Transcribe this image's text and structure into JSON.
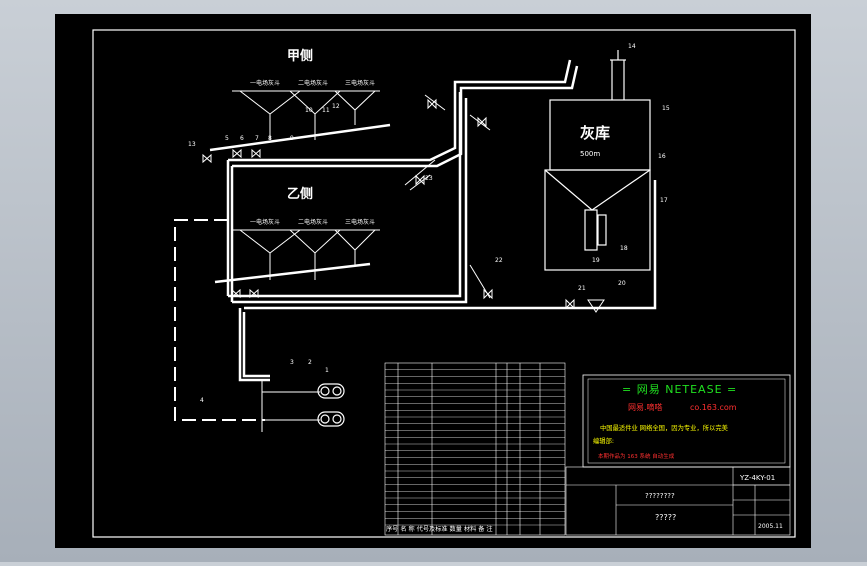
{
  "colors": {
    "background": "#000000",
    "line": "#ffffff",
    "title_red": "#ff3030",
    "title_green": "#20e020",
    "accent_yellow": "#ffff00"
  },
  "sides": {
    "a": "甲侧",
    "b": "乙侧"
  },
  "hopper_labels": [
    "一电场灰斗",
    "二电场灰斗",
    "三电场灰斗"
  ],
  "silo": {
    "title": "灰库",
    "volume": "500m"
  },
  "callouts": {
    "top_a": [
      "5",
      "6",
      "7",
      "8",
      "9",
      "10",
      "11",
      "12",
      "13"
    ],
    "part_14": "14",
    "part_15": "15",
    "part_16": "16",
    "part_17": "17",
    "part_18": "18",
    "part_19": "19",
    "part_20": "20",
    "part_21": "21",
    "part_22": "22",
    "part_23": "23",
    "pump": [
      "1",
      "2",
      "3",
      "4"
    ]
  },
  "netease": {
    "banner": "= 网易 NETEASE =",
    "site": "网易.嘀嗒",
    "url": "co.163.com",
    "line1": "中国最适件业 网络全国，因为专业，所以完美",
    "line2": "编辑部:",
    "line3": "本期作品为 163 系统 自动生成"
  },
  "title_block": {
    "drawing_no": "YZ-4KY-01",
    "date": "2005.11",
    "name": "?????",
    "company": "????????"
  },
  "parts_header": [
    "序号",
    "名称",
    "代号及标准",
    "数量",
    "材料",
    "备注"
  ],
  "parts_header_text": "序号 名 称  代号及标准  数量 材料  备 注"
}
